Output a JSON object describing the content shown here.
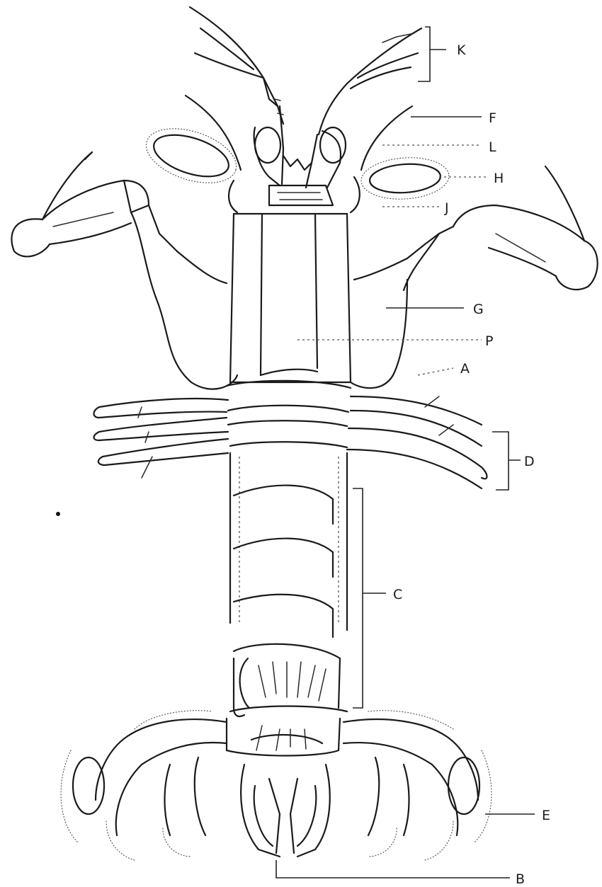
{
  "labels": {
    "K": "K",
    "F": "F",
    "L": "L",
    "H": "H",
    "J": "J",
    "G": "G",
    "P": "P",
    "A": "A",
    "D": "D",
    "C": "C",
    "E": "E",
    "B": "B"
  }
}
